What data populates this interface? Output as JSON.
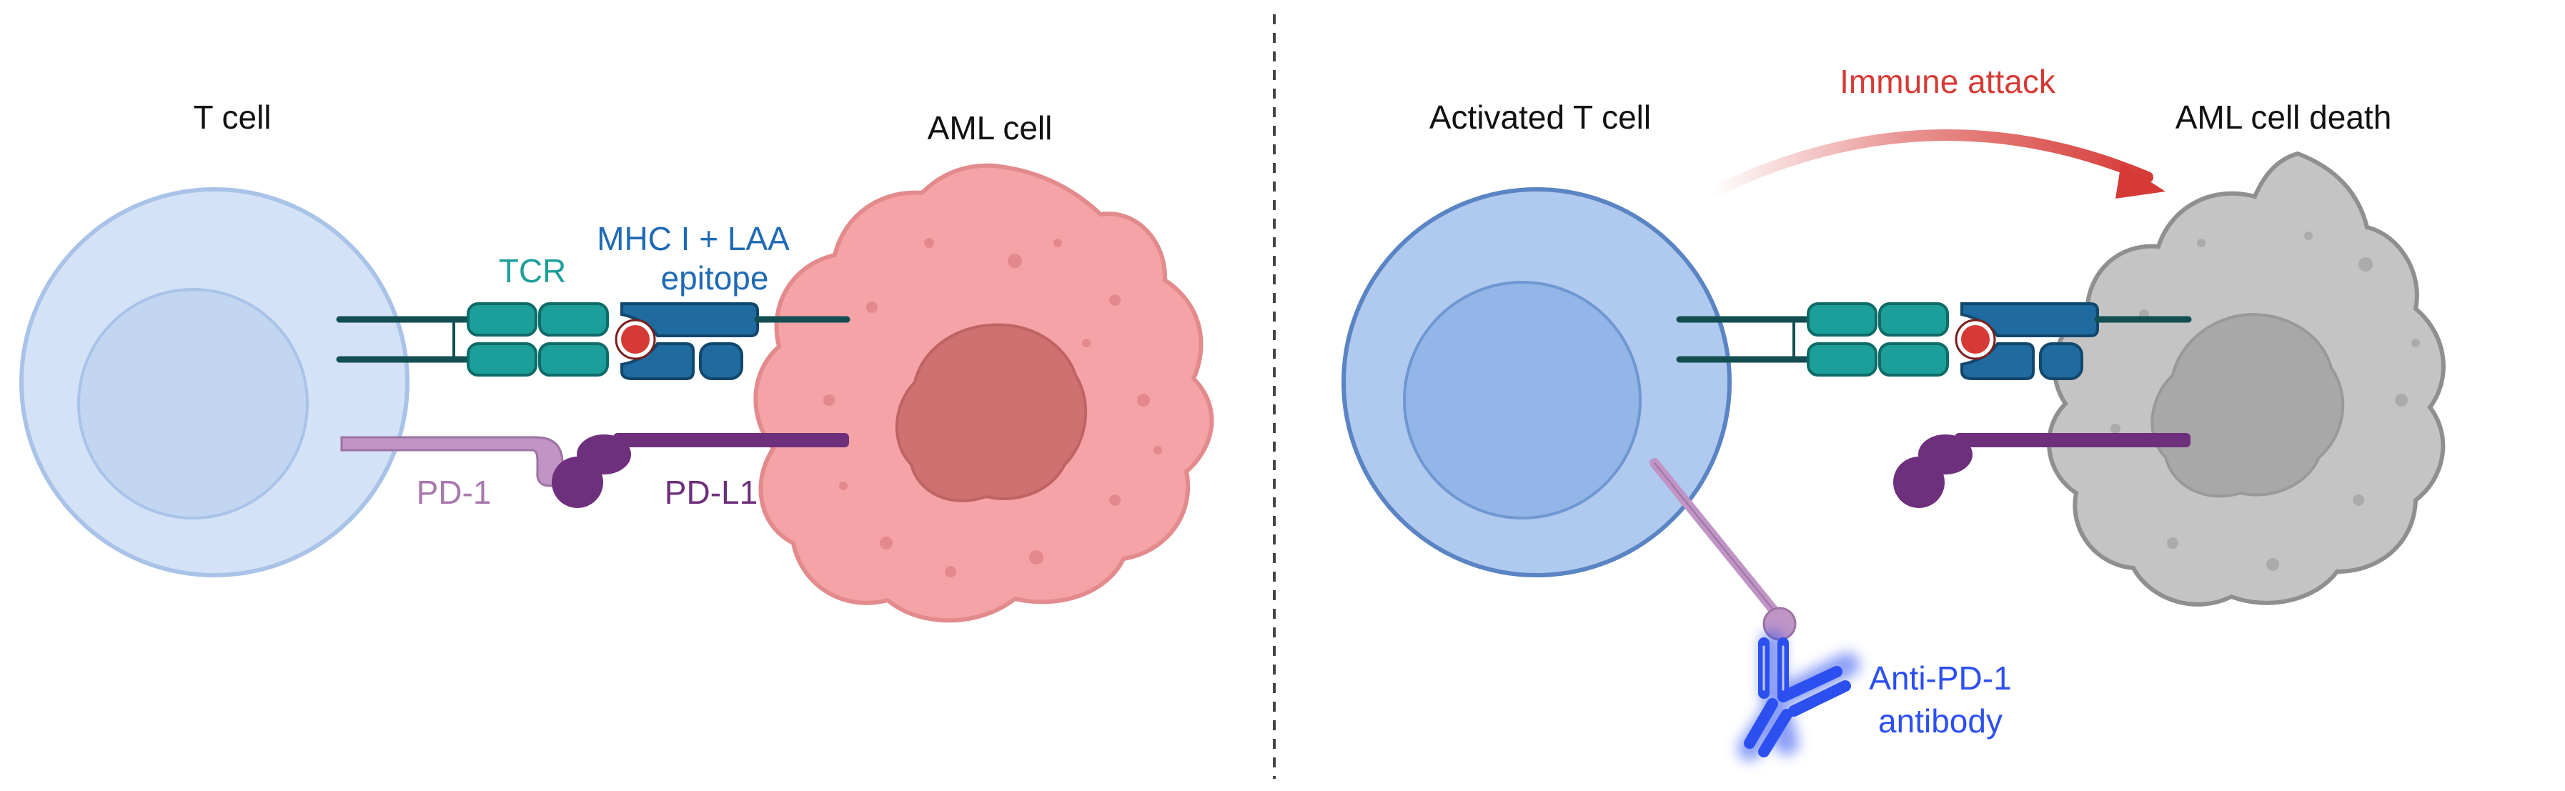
{
  "left_panel": {
    "t_cell_label": "T cell",
    "aml_cell_label": "AML cell",
    "tcr_label": "TCR",
    "mhc_label_line1": "MHC I + LAA",
    "mhc_label_line2": "epitope",
    "pd1_label": "PD-1",
    "pdl1_label": "PD-L1"
  },
  "right_panel": {
    "t_cell_label": "Activated T cell",
    "immune_attack_label": "Immune attack",
    "aml_cell_label": "AML cell death",
    "antibody_label_line1": "Anti-PD-1",
    "antibody_label_line2": "antibody"
  },
  "colors": {
    "t_cell_resting": "#d4e2f7",
    "t_cell_activated": "#b0c9ef",
    "aml_cell": "#f5a3a6",
    "aml_nucleus": "#cf7170",
    "dead_cell": "#c4c4c4",
    "dead_nucleus": "#a8a8a8",
    "tcr": "#1c9e9a",
    "mhc": "#1f6a9e",
    "epitope": "#d63a36",
    "pd1": "#c095c6",
    "pdl1": "#6e2f7c",
    "antibody": "#2c4ff0",
    "immune_attack": "#d63a36"
  }
}
